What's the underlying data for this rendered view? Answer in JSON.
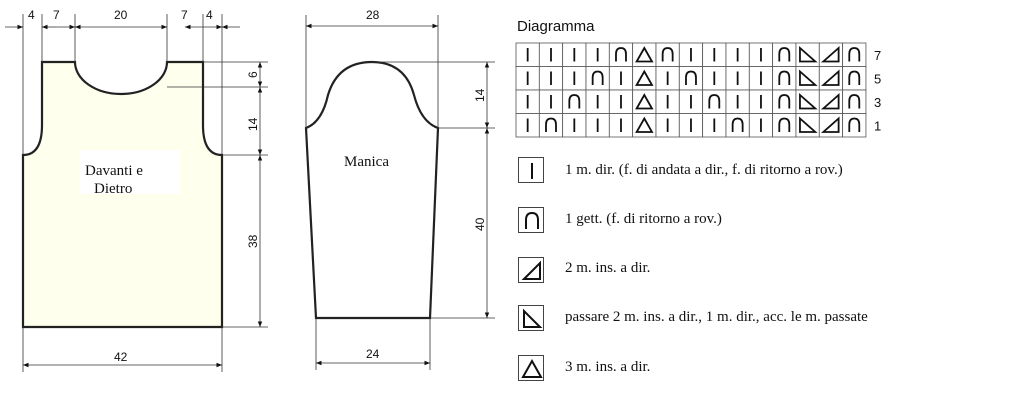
{
  "pattern": {
    "body_piece": {
      "label_line1": "Davanti e",
      "label_line2": "Dietro",
      "dims": {
        "top_left": "4",
        "top_left2": "7",
        "neck": "20",
        "top_right2": "7",
        "top_right": "4",
        "neck_depth": "6",
        "armhole": "14",
        "side": "38",
        "width": "42"
      }
    },
    "sleeve_piece": {
      "label": "Manica",
      "dims": {
        "top_width": "28",
        "cap": "14",
        "length": "40",
        "bottom_width": "24"
      }
    }
  },
  "diagram": {
    "title": "Diagramma",
    "row_numbers": [
      "7",
      "5",
      "3",
      "1"
    ],
    "grid": [
      [
        "k",
        "k",
        "k",
        "k",
        "y",
        "t",
        "y",
        "k",
        "k",
        "k",
        "k",
        "y",
        "l",
        "r",
        "y"
      ],
      [
        "k",
        "k",
        "k",
        "y",
        "k",
        "t",
        "k",
        "y",
        "k",
        "k",
        "k",
        "y",
        "l",
        "r",
        "y"
      ],
      [
        "k",
        "k",
        "y",
        "k",
        "k",
        "t",
        "k",
        "k",
        "y",
        "k",
        "k",
        "y",
        "l",
        "r",
        "y"
      ],
      [
        "k",
        "y",
        "k",
        "k",
        "k",
        "t",
        "k",
        "k",
        "k",
        "y",
        "k",
        "y",
        "l",
        "r",
        "y"
      ]
    ]
  },
  "legend": [
    {
      "icon": "knit-symbol-icon",
      "symbol": "k",
      "text": "1 m. dir. (f. di andata a dir., f. di ritorno a rov.)"
    },
    {
      "icon": "yarn-over-symbol-icon",
      "symbol": "y",
      "text": "1 gett. (f. di ritorno a rov.)"
    },
    {
      "icon": "k2tog-symbol-icon",
      "symbol": "r",
      "text": "2 m. ins. a dir."
    },
    {
      "icon": "skpo-symbol-icon",
      "symbol": "l",
      "text": "passare 2 m. ins. a dir., 1 m. dir., acc. le m. passate"
    },
    {
      "icon": "k3tog-symbol-icon",
      "symbol": "t",
      "text": "3 m. ins. a dir."
    }
  ]
}
